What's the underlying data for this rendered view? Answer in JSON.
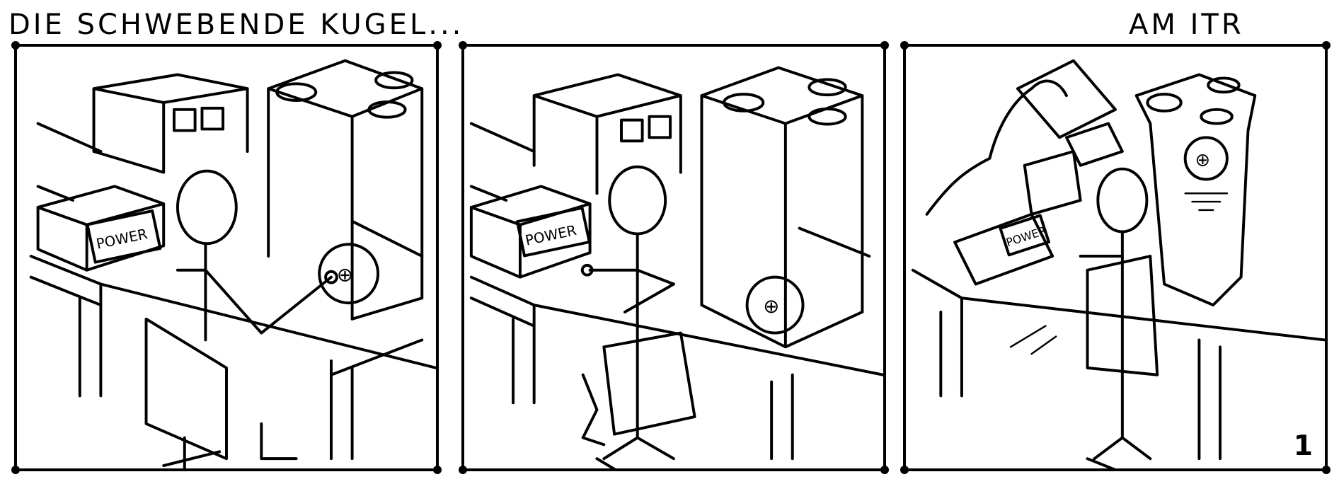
{
  "header": {
    "title_left": "DIE SCHWEBENDE KUGEL...",
    "title_right": "AM ITR"
  },
  "panels": [
    {
      "label_power": "POWER"
    },
    {
      "label_power": "POWER"
    },
    {
      "label_power": "POWER",
      "page_number": "1"
    }
  ]
}
